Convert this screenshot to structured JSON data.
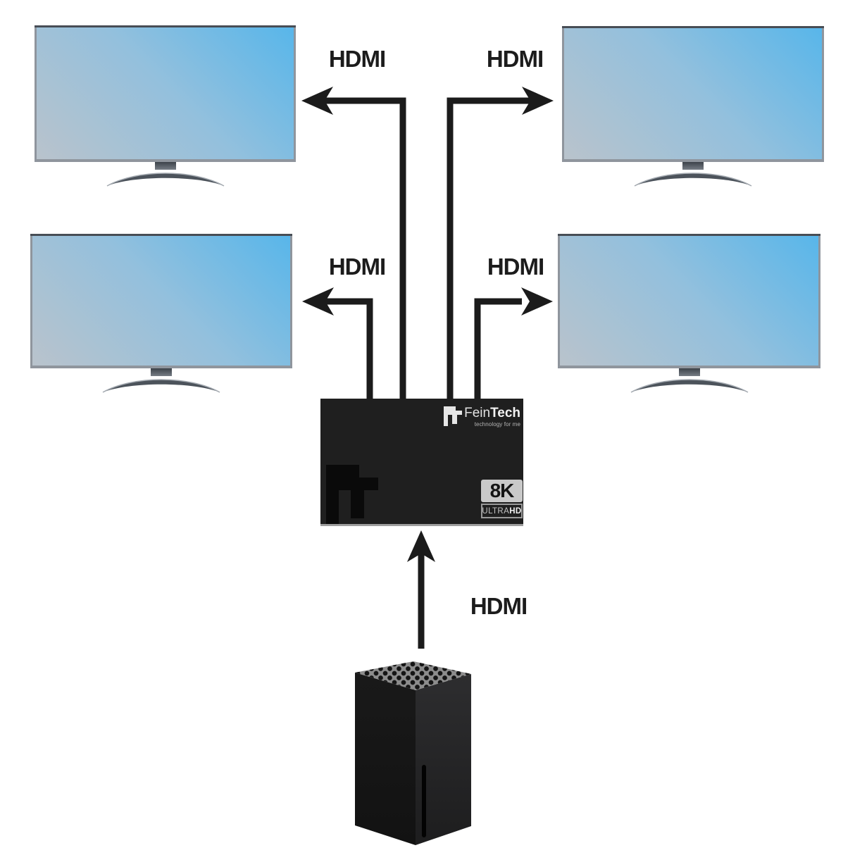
{
  "page": {
    "background": "#ffffff"
  },
  "connections": {
    "line_color": "#1b1b1b",
    "outputs": [
      {
        "label": "HDMI",
        "position": "top-left"
      },
      {
        "label": "HDMI",
        "position": "top-right"
      },
      {
        "label": "HDMI",
        "position": "mid-left"
      },
      {
        "label": "HDMI",
        "position": "mid-right"
      }
    ],
    "input": {
      "label": "HDMI",
      "source": "game-console"
    }
  },
  "splitter": {
    "body_color": "#1f1f1f",
    "brand": {
      "mark": "FT",
      "name_regular": "Fein",
      "name_bold": "Tech",
      "tagline": "technology for me"
    },
    "watermark_mark": "FT",
    "badge": {
      "resolution": "8K",
      "standard_regular": "ULTRA",
      "standard_bold": "HD"
    }
  },
  "displays": {
    "count": 4,
    "screen_color_bright": "#58b6ea",
    "screen_color_dull": "#b9c3cc",
    "bezel_color": "#8f959d"
  },
  "console": {
    "type": "game-console-tower",
    "body_color": "#1a1a1a",
    "top_color": "#8c8c8c"
  }
}
